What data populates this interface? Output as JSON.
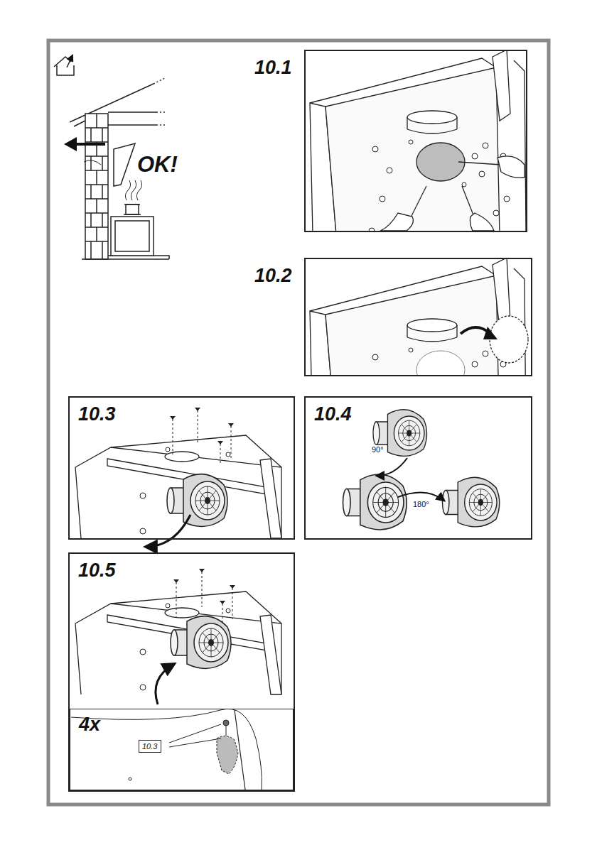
{
  "diagram": {
    "nodes": [
      {
        "text": [
          "10.1"
        ]
      },
      {
        "text": [
          "10.2"
        ]
      },
      {
        "text": [
          "10.3"
        ]
      },
      {
        "text": [
          "10.4"
        ]
      },
      {
        "text": [
          "10.5"
        ]
      },
      {
        "text": [
          "4x"
        ],
        "in": 4
      },
      {
        "text": [
          "10.3"
        ],
        "in": 5
      }
    ],
    "labels": [
      "OK!",
      "90°",
      "180°"
    ]
  }
}
